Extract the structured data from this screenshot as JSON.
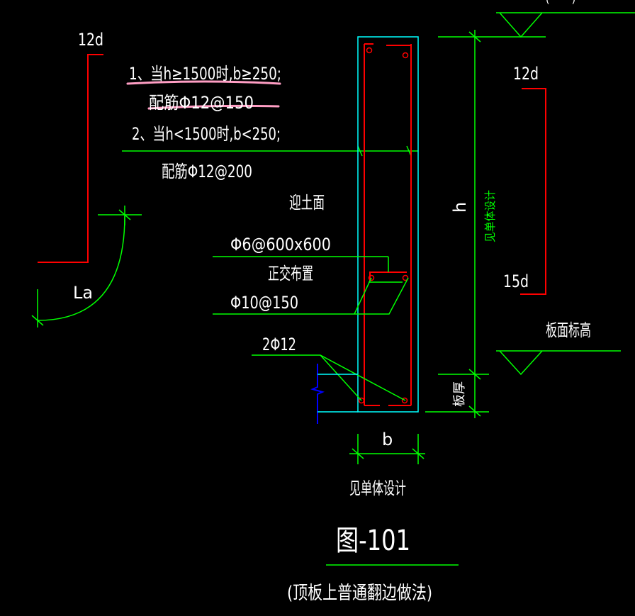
{
  "drawing": {
    "note_1": "1、当h≥1500时,b≥250;",
    "note_1_rebar": "配筋Φ12@150",
    "note_2": "2、当h<1500时,b<250;",
    "note_2_rebar": "配筋Φ12@200",
    "label_12d_left": "12d",
    "label_la": "La",
    "label_soil_face": "迎土面",
    "label_phi6": "Φ6@600x600",
    "label_orthogonal": "正交布置",
    "label_phi10": "Φ10@150",
    "label_2phi12": "2Φ12",
    "label_h": "h",
    "label_see_unit_vertical": "见单体设计",
    "label_12d_right": "12d",
    "label_15d": "15d",
    "label_slab_elevation": "板面标高",
    "label_slab_thickness": "板厚",
    "label_b": "b",
    "label_see_unit": "见单体设计",
    "figure_title": "图-101",
    "figure_subtitle": "(顶板上普通翻边做法)",
    "top_cut_text": "( · · · )"
  },
  "colors": {
    "background": "#000000",
    "concrete_outline": "#00ffff",
    "rebar": "#ff0000",
    "dimension": "#00ff00",
    "text": "#ffffff",
    "break_line": "#0000ff",
    "highlight": "#ff9ec4"
  }
}
